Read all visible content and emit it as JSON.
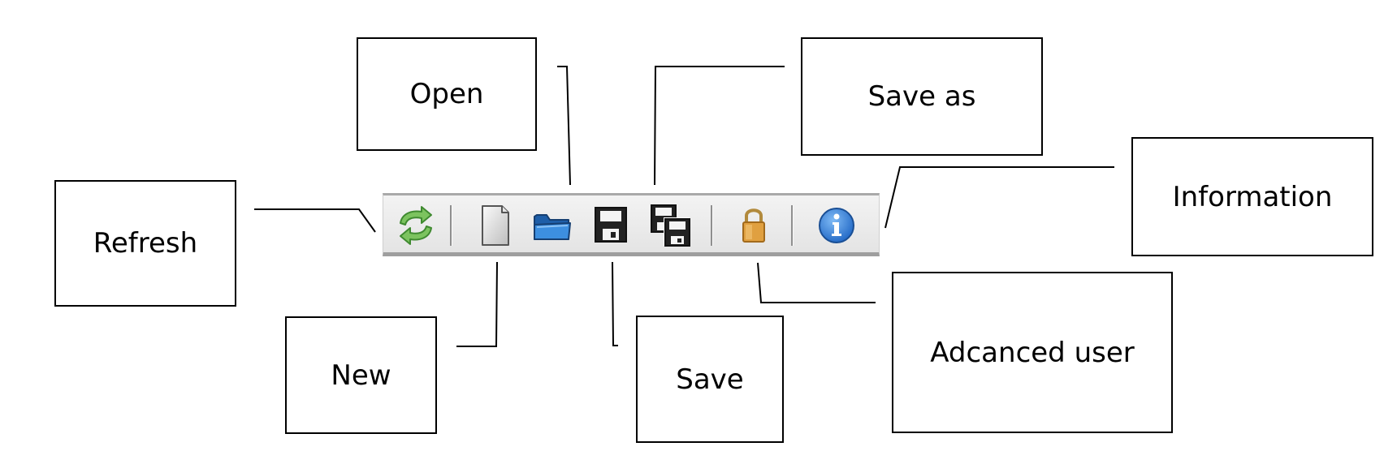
{
  "callouts": {
    "refresh": "Refresh",
    "open": "Open",
    "new": "New",
    "save": "Save",
    "save_as": "Save as",
    "advanced_user": "Adcanced user",
    "information": "Information"
  },
  "toolbar": {
    "buttons": [
      {
        "id": "refresh",
        "icon": "refresh-arrows-icon",
        "color": "#5fb14a"
      },
      {
        "id": "new",
        "icon": "blank-document-icon",
        "color": "#d6d6d6"
      },
      {
        "id": "open",
        "icon": "open-folder-icon",
        "color": "#2f7fd0"
      },
      {
        "id": "save",
        "icon": "floppy-disk-icon",
        "color": "#1a1a1a"
      },
      {
        "id": "save_as",
        "icon": "floppy-disks-icon",
        "color": "#1a1a1a"
      },
      {
        "id": "advanced_user",
        "icon": "padlock-icon",
        "color": "#d9962e"
      },
      {
        "id": "information",
        "icon": "info-icon",
        "color": "#2e7fd8"
      }
    ]
  }
}
